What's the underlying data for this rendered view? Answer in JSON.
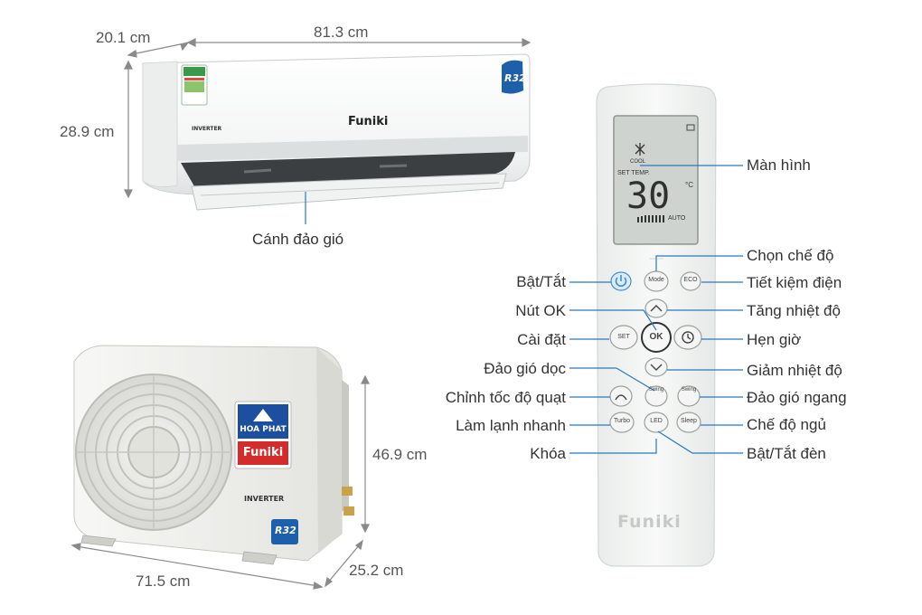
{
  "indoor_unit": {
    "width_label": "81.3 cm",
    "depth_label": "20.1 cm",
    "height_label": "28.9 cm",
    "brand": "Funiki",
    "inverter_text": "INVERTER",
    "refrigerant_badge": "R32",
    "louver_label": "Cánh đảo gió"
  },
  "outdoor_unit": {
    "width_label": "71.5 cm",
    "depth_label": "25.2 cm",
    "height_label": "46.9 cm",
    "logo_top": "HOA PHAT",
    "brand": "Funiki",
    "inverter_text": "INVERTER",
    "refrigerant_badge": "R32"
  },
  "remote": {
    "brand": "Funiki",
    "lcd": {
      "mode": "COOL",
      "set_temp_label": "SET TEMP.",
      "temperature": "30",
      "unit": "°C",
      "fan": "AUTO"
    },
    "buttons": {
      "mode": "Mode",
      "eco": "ECO",
      "set": "SET",
      "ok": "OK",
      "swing_v": "Swing",
      "swing_h": "Swing",
      "turbo": "Turbo",
      "led": "LED",
      "sleep": "Sleep"
    },
    "callouts": {
      "screen": "Màn hình",
      "mode_select": "Chọn chế độ",
      "power": "Bật/Tắt",
      "eco": "Tiết kiệm điện",
      "ok": "Nút OK",
      "temp_up": "Tăng nhiệt độ",
      "set": "Cài đặt",
      "timer": "Hẹn giờ",
      "swing_vertical": "Đảo gió dọc",
      "temp_down": "Giảm nhiệt độ",
      "fan_speed": "Chỉnh tốc độ quạt",
      "swing_horizontal": "Đảo gió ngang",
      "turbo": "Làm lạnh nhanh",
      "sleep": "Chế độ ngủ",
      "lock": "Khóa",
      "led": "Bật/Tắt đèn"
    }
  },
  "colors": {
    "callout_line": "#2b78c2",
    "remote_body": "#f1f3f2",
    "lcd": "#cfd3cf",
    "power_button": "#3f8fd2",
    "badge_blue": "#1d5fa8",
    "brand_red": "#d42b2b"
  }
}
